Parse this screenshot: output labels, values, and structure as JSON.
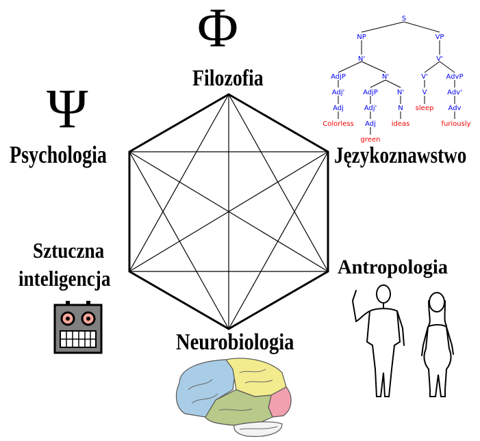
{
  "symbols": {
    "philosophy": "Φ",
    "psychology": "Ψ"
  },
  "disciplines": {
    "philosophy": "Filozofia",
    "linguistics": "Językoznawstwo",
    "anthropology": "Antropologia",
    "neuroscience": "Neurobiologia",
    "ai_line1": "Sztuczna",
    "ai_line2": "inteligencja",
    "psychology": "Psychologia"
  },
  "syntax_tree": {
    "S": "S",
    "NP": "NP",
    "VP": "VP",
    "N_bar_top": "N'",
    "V_bar_top": "V'",
    "AdjP_1": "AdjP",
    "N_bar_2": "N'",
    "V_bar_2": "V'",
    "AdvP": "AdvP",
    "Adj_bar_1": "Adj'",
    "AdjP_2": "AdjP",
    "N_bar_3": "N'",
    "V": "V",
    "Adv_bar": "Adv'",
    "Adj_1": "Adj",
    "Adj_bar_2": "Adj'",
    "N": "N",
    "Adv": "Adv",
    "Adj_2": "Adj",
    "word_colorless": "Colorless",
    "word_green": "green",
    "word_ideas": "ideas",
    "word_sleep": "sleep",
    "word_furiously": "furiously"
  },
  "colors": {
    "node_blue": "#0000ee",
    "leaf_red": "#ee0000",
    "brain_frontal": "#a9cde6",
    "brain_parietal": "#f2ec8e",
    "brain_temporal": "#b8c98a",
    "brain_occipital": "#f0a0ae",
    "robot_body": "#808080",
    "robot_eye": "#f4a79a"
  }
}
